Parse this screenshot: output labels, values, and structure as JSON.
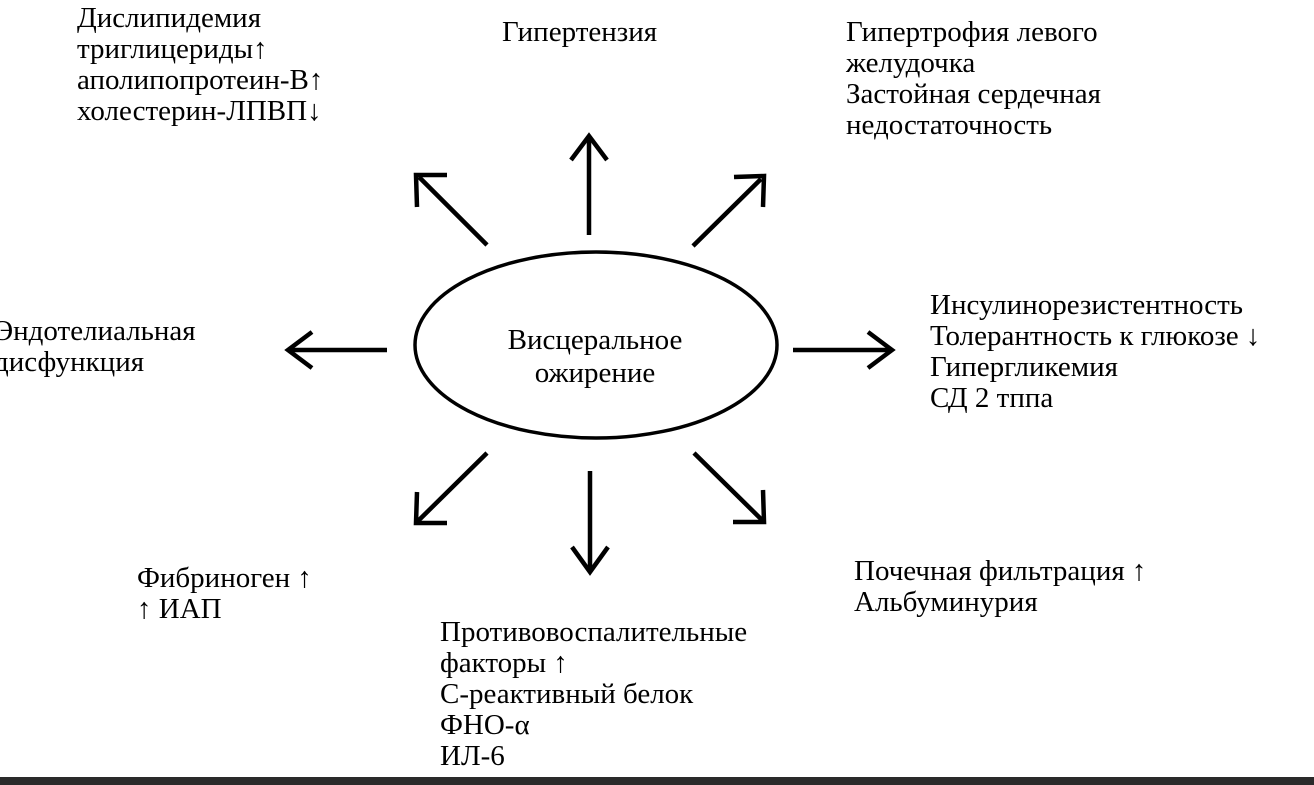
{
  "center": {
    "lines": [
      "Висцеральное",
      "ожирение"
    ]
  },
  "outcomes": {
    "dyslipidemia": [
      "Дислипидемия",
      "триглицериды↑",
      "аполипопротеин-В↑",
      "холестерин-ЛПВП↓"
    ],
    "hypertension": [
      "Гипертензия"
    ],
    "lv_hypertrophy": [
      "Гипертрофия левого",
      "желудочка",
      "Застойная сердечная",
      "недостаточность"
    ],
    "endothelial": [
      "Эндотелиальная",
      "дисфункция"
    ],
    "insulin": [
      "Инсулинорезистентность",
      "Толерантность к глюкозе ↓",
      "Гипергликемия",
      "СД 2 тппа"
    ],
    "fibrinogen": [
      "Фибриноген ↑",
      "↑ ИАП"
    ],
    "inflammation": [
      "Противовоспалительные",
      "факторы ↑",
      "С-реактивный белок",
      "ФНО-α",
      "ИЛ-6"
    ],
    "renal": [
      "Почечная фильтрация ↑",
      "Альбуминурия"
    ]
  }
}
